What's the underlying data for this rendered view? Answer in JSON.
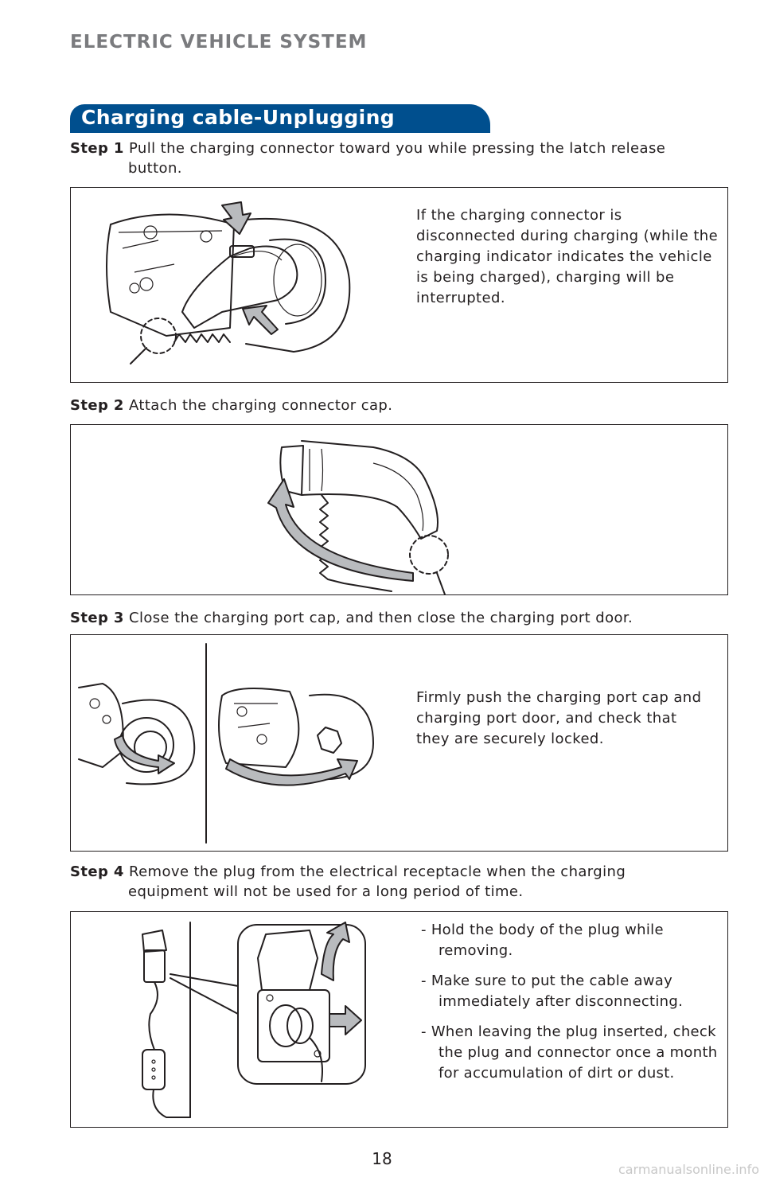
{
  "header": {
    "section_title": "ELECTRIC VEHICLE SYSTEM",
    "banner_title": "Charging cable-Unplugging"
  },
  "steps": [
    {
      "label": "Step 1",
      "text": "Pull the charging connector toward you while pressing the latch release button.",
      "note": "If the charging connector is disconnected during charging (while the charging indicator indicates the vehicle is being charged), charging will be interrupted."
    },
    {
      "label": "Step 2",
      "text": "Attach the charging connector cap."
    },
    {
      "label": "Step 3",
      "text": "Close the charging port cap, and then close the charging port door.",
      "note": "Firmly push the charging port cap and charging port door, and check that they are securely locked."
    },
    {
      "label": "Step 4",
      "text": "Remove the plug from the electrical receptacle when the charging equipment will not be used for a long period of time.",
      "bullets": [
        "- Hold the body of the plug while removing.",
        "- Make sure to put the cable away immediately after disconnecting.",
        "- When leaving the plug inserted, check the plug and connector once a month for accumulation of dirt or dust."
      ]
    }
  ],
  "footer": {
    "page_number": "18",
    "watermark": "carmanualsonline.info"
  },
  "colors": {
    "banner": "#004f8e",
    "section_title": "#7a7b7e",
    "arrow_fill": "#b9bbbe",
    "text": "#231f20"
  },
  "icons": [
    "connector-unplug-illustration",
    "connector-cap-illustration",
    "port-door-close-illustration",
    "plug-removal-illustration"
  ]
}
